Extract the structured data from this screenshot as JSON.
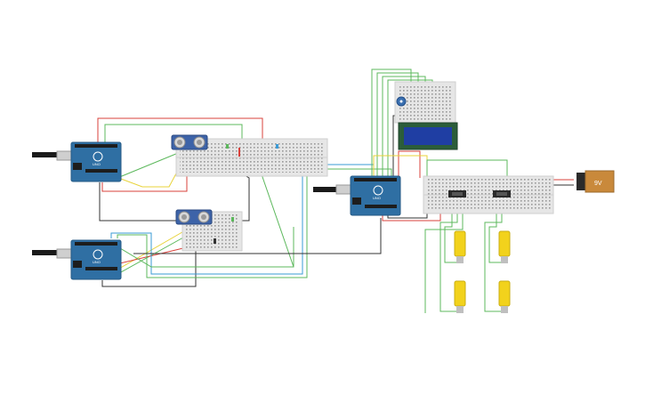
{
  "canvas": {
    "background": "#ffffff"
  },
  "components": {
    "arduinos": [
      {
        "id": "arduino-1",
        "logo_text": "UNO"
      },
      {
        "id": "arduino-2",
        "logo_text": "UNO"
      },
      {
        "id": "arduino-3",
        "logo_text": "UNO"
      }
    ],
    "ultrasonic_sensors": [
      {
        "id": "hc-sr04-1"
      },
      {
        "id": "hc-sr04-2"
      }
    ],
    "breadboards": [
      {
        "id": "breadboard-1"
      },
      {
        "id": "breadboard-2"
      },
      {
        "id": "breadboard-3"
      },
      {
        "id": "breadboard-4"
      }
    ],
    "lcd": {
      "id": "lcd-16x2"
    },
    "potentiometer": {
      "id": "potentiometer"
    },
    "motor_drivers": [
      {
        "id": "l293d-1"
      },
      {
        "id": "l293d-2"
      }
    ],
    "dc_motors": [
      {
        "id": "motor-1"
      },
      {
        "id": "motor-2"
      },
      {
        "id": "motor-3"
      },
      {
        "id": "motor-4"
      }
    ],
    "battery": {
      "id": "battery-9v",
      "label": "9V"
    }
  },
  "colors": {
    "arduino_board": "#2f6fa3",
    "breadboard": "#e6e6e6",
    "sensor_board": "#3d63a8",
    "lcd_screen": "#1f3ea3",
    "motor_body": "#f2d21c",
    "battery_body": "#c9893b",
    "battery_cap": "#2a2a2a",
    "wire_red": "#d9413b",
    "wire_green": "#5cb85c",
    "wire_blue": "#3a9bd6",
    "wire_yellow": "#e8d33a",
    "wire_black": "#333333"
  }
}
